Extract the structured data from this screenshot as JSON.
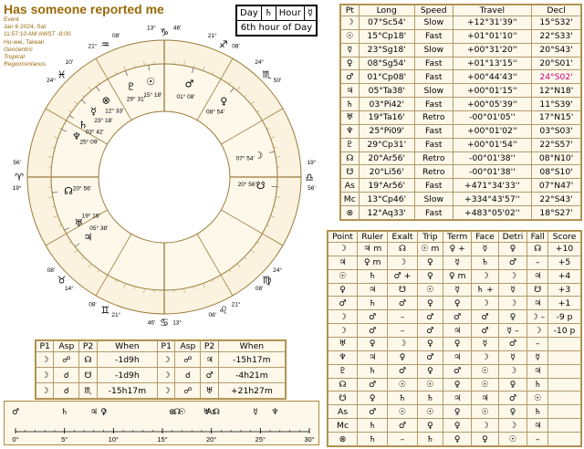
{
  "header": {
    "title": "Has someone reported me",
    "lines": [
      "Event",
      "Jan 6 2024, Sat",
      "11:57:10 AM AWST -8:00",
      "Hu-wei, Taiwan"
    ],
    "italic_lines": [
      "Geocentric",
      "Tropical",
      "Regiomontanus"
    ]
  },
  "day_hour": {
    "day_label": "Day",
    "day_glyph": "♄",
    "hour_label": "Hour",
    "hour_glyph": "☿",
    "note": "6th hour of Day"
  },
  "positions": {
    "headers": [
      "Pt",
      "Long",
      "Speed",
      "Travel",
      "Decl"
    ],
    "rows": [
      {
        "pt": "☽",
        "long": "07°Sc54'",
        "speed": "Slow",
        "travel": "+12°31'39''",
        "decl": "15°S32'",
        "decl_highlight": false
      },
      {
        "pt": "☉",
        "long": "15°Cp18'",
        "speed": "Fast",
        "travel": "+01°01'10''",
        "decl": "22°S33'",
        "decl_highlight": false
      },
      {
        "pt": "☿",
        "long": "23°Sg18'",
        "speed": "Slow",
        "travel": "+00°31'20''",
        "decl": "20°S43'",
        "decl_highlight": false
      },
      {
        "pt": "♀",
        "long": "08°Sg54'",
        "speed": "Fast",
        "travel": "+01°13'15''",
        "decl": "20°S01'",
        "decl_highlight": false
      },
      {
        "pt": "♂",
        "long": "01°Cp08'",
        "speed": "Fast",
        "travel": "+00°44'43''",
        "decl": "24°S02'",
        "decl_highlight": true
      },
      {
        "pt": "♃",
        "long": "05°Ta38'",
        "speed": "Slow",
        "travel": "+00°01'15''",
        "decl": "12°N18'",
        "decl_highlight": false
      },
      {
        "pt": "♄",
        "long": "03°Pi42'",
        "speed": "Fast",
        "travel": "+00°05'39''",
        "decl": "11°S39'",
        "decl_highlight": false
      },
      {
        "pt": "♅",
        "long": "19°Ta16'",
        "speed": "Retro",
        "travel": "-00°01'05''",
        "decl": "17°N15'",
        "decl_highlight": false
      },
      {
        "pt": "♆",
        "long": "25°Pi09'",
        "speed": "Fast",
        "travel": "+00°01'02''",
        "decl": "03°S03'",
        "decl_highlight": false
      },
      {
        "pt": "♇",
        "long": "29°Cp31'",
        "speed": "Fast",
        "travel": "+00°01'54''",
        "decl": "22°S57'",
        "decl_highlight": false
      },
      {
        "pt": "☊",
        "long": "20°Ar56'",
        "speed": "Retro",
        "travel": "-00°01'38''",
        "decl": "08°N10'",
        "decl_highlight": false
      },
      {
        "pt": "☋",
        "long": "20°Li56'",
        "speed": "Retro",
        "travel": "-00°01'38''",
        "decl": "08°S10'",
        "decl_highlight": false
      },
      {
        "pt": "As",
        "long": "19°Ar56'",
        "speed": "Fast",
        "travel": "+471°34'33''",
        "decl": "07°N47'",
        "decl_highlight": false
      },
      {
        "pt": "Mc",
        "long": "13°Cp46'",
        "speed": "Slow",
        "travel": "+334°43'57''",
        "decl": "22°S43'",
        "decl_highlight": false
      },
      {
        "pt": "⊗",
        "long": "12°Aq33'",
        "speed": "Fast",
        "travel": "+483°05'02''",
        "decl": "18°S27'",
        "decl_highlight": false
      }
    ]
  },
  "essential": {
    "headers": [
      "Point",
      "Ruler",
      "Exalt",
      "Trip",
      "Term",
      "Face",
      "Detri",
      "Fall",
      "Score"
    ],
    "rows": [
      [
        "☽",
        "♃ m",
        "☊",
        "☉ m",
        "♀ +",
        "☿",
        "♀",
        "☊",
        "+10"
      ],
      [
        "♃",
        "♀ m",
        "☽",
        "♀",
        "☿",
        "♄",
        "♂",
        "–",
        "+5"
      ],
      [
        "☉",
        "♄",
        "♂ +",
        "♀",
        "♀ m",
        "☽",
        "☽",
        "♃",
        "+4"
      ],
      [
        "♀",
        "♃",
        "☋",
        "☉",
        "☿",
        "♄ +",
        "☿",
        "☋",
        "+3"
      ],
      [
        "♂",
        "♄",
        "♂",
        "♀",
        "♀",
        "☽",
        "☽",
        "♃",
        "+1"
      ],
      [
        "☽",
        "♂",
        "–",
        "♂",
        "♂",
        "♂",
        "♀",
        "☽ –",
        "-9 p"
      ],
      [
        "☽",
        "♂",
        "–",
        "♂",
        "♃",
        "♂",
        "☿ –",
        "☽",
        "-10 p"
      ],
      [
        "♅",
        "♀",
        "☽",
        "♀",
        "♀",
        "☿",
        "♂",
        "–",
        ""
      ],
      [
        "♆",
        "♃",
        "♀",
        "♂",
        "♃",
        "☽",
        "☿",
        "☿",
        ""
      ],
      [
        "♇",
        "♄",
        "♂",
        "♀",
        "♂",
        "☉",
        "☽",
        "♃",
        ""
      ],
      [
        "☊",
        "♂",
        "☉",
        "☉",
        "♀",
        "☉",
        "♀",
        "♄",
        ""
      ],
      [
        "☋",
        "♀",
        "♄",
        "♄",
        "♃",
        "♃",
        "♂",
        "☉",
        ""
      ],
      [
        "As",
        "♂",
        "☉",
        "☉",
        "♀",
        "☉",
        "♀",
        "♄",
        ""
      ],
      [
        "Mc",
        "♄",
        "♂",
        "♀",
        "♀",
        "☽",
        "☽",
        "♃",
        ""
      ],
      [
        "⊗",
        "♄",
        "–",
        "♄",
        "♀",
        "♀",
        "☉",
        "–",
        ""
      ]
    ]
  },
  "aspects": {
    "headers": [
      "P1",
      "Asp",
      "P2",
      "When",
      "P1",
      "Asp",
      "P2",
      "When"
    ],
    "rows": [
      [
        "☽",
        "☍",
        "☊",
        "-1d9h",
        "☽",
        "☍",
        "♃",
        "-15h17m"
      ],
      [
        "☽",
        "☌",
        "☋",
        "-1d9h",
        "☽",
        "☌",
        "♂",
        "-4h21m"
      ],
      [
        "☽",
        "☌",
        "♏",
        "-15h17m",
        "☽",
        "☍",
        "♅",
        "+21h27m"
      ]
    ]
  },
  "magnitude": {
    "glyphs": [
      "♂",
      "♄",
      "♃",
      "♀",
      "☽",
      "⊗",
      "☊",
      "☉",
      "♅",
      "As",
      "☊",
      "☿",
      "♆"
    ],
    "degrees": [
      0,
      5,
      8,
      9,
      9,
      16,
      16.5,
      17,
      19.5,
      20,
      20.5,
      24.5,
      26.5
    ],
    "ticks": [
      "0°",
      "5°",
      "10°",
      "15°",
      "20°",
      "25°",
      "30°"
    ]
  },
  "wheel": {
    "signs": [
      {
        "glyph": "♈",
        "degree": "19°",
        "minute": "56'"
      },
      {
        "glyph": "♉",
        "degree": "14°",
        "minute": "08'"
      },
      {
        "glyph": "♊",
        "degree": "21°",
        "minute": "08'"
      },
      {
        "glyph": "♋",
        "degree": "13°",
        "minute": "46'"
      },
      {
        "glyph": "♌",
        "degree": "21°",
        "minute": "08'"
      },
      {
        "glyph": "♍",
        "degree": "24°",
        "minute": "08'"
      },
      {
        "glyph": "♎",
        "degree": "19°",
        "minute": "56'"
      },
      {
        "glyph": "♏",
        "degree": "24°",
        "minute": "50'"
      },
      {
        "glyph": "♐",
        "degree": "21°",
        "minute": "08'"
      },
      {
        "glyph": "♑",
        "degree": "13°",
        "minute": "46'"
      },
      {
        "glyph": "♒",
        "degree": "21°",
        "minute": "08'"
      },
      {
        "glyph": "♓",
        "degree": "24°",
        "minute": "10'"
      }
    ],
    "planets": [
      {
        "glyph": "☉",
        "deg": "15°",
        "min": "18'"
      },
      {
        "glyph": "♂",
        "deg": "01°",
        "min": "08'"
      },
      {
        "glyph": "♀",
        "deg": "08°",
        "min": "54'"
      },
      {
        "glyph": "☿",
        "deg": "23°",
        "min": "18'"
      },
      {
        "glyph": "☽",
        "deg": "07°",
        "min": "54'"
      },
      {
        "glyph": "☋",
        "deg": "20°",
        "min": "56'"
      },
      {
        "glyph": "♃",
        "deg": "05°",
        "min": "38'"
      },
      {
        "glyph": "♅",
        "deg": "19°",
        "min": "16'"
      },
      {
        "glyph": "☊",
        "deg": "20°",
        "min": "56'"
      },
      {
        "glyph": "♆",
        "deg": "25°",
        "min": "09'"
      },
      {
        "glyph": "♄",
        "deg": "03°",
        "min": "42'"
      },
      {
        "glyph": "⊗",
        "deg": "12°",
        "min": "33'"
      },
      {
        "glyph": "♇",
        "deg": "29°",
        "min": "31'"
      }
    ]
  }
}
